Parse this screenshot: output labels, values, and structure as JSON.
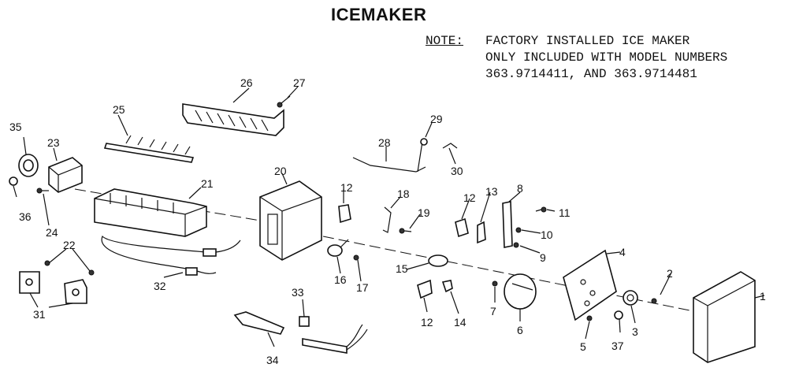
{
  "title": "ICEMAKER",
  "note": {
    "label": "NOTE:",
    "lines": [
      "FACTORY INSTALLED ICE MAKER",
      "ONLY INCLUDED WITH MODEL NUMBERS",
      "363.9714411, AND 363.9714481"
    ]
  },
  "callouts": [
    "1",
    "2",
    "3",
    "4",
    "5",
    "6",
    "7",
    "8",
    "9",
    "10",
    "11",
    "12",
    "12",
    "12",
    "12",
    "13",
    "14",
    "15",
    "16",
    "17",
    "18",
    "19",
    "20",
    "21",
    "22",
    "23",
    "24",
    "25",
    "26",
    "27",
    "28",
    "29",
    "30",
    "31",
    "32",
    "33",
    "34",
    "35",
    "36",
    "37"
  ]
}
